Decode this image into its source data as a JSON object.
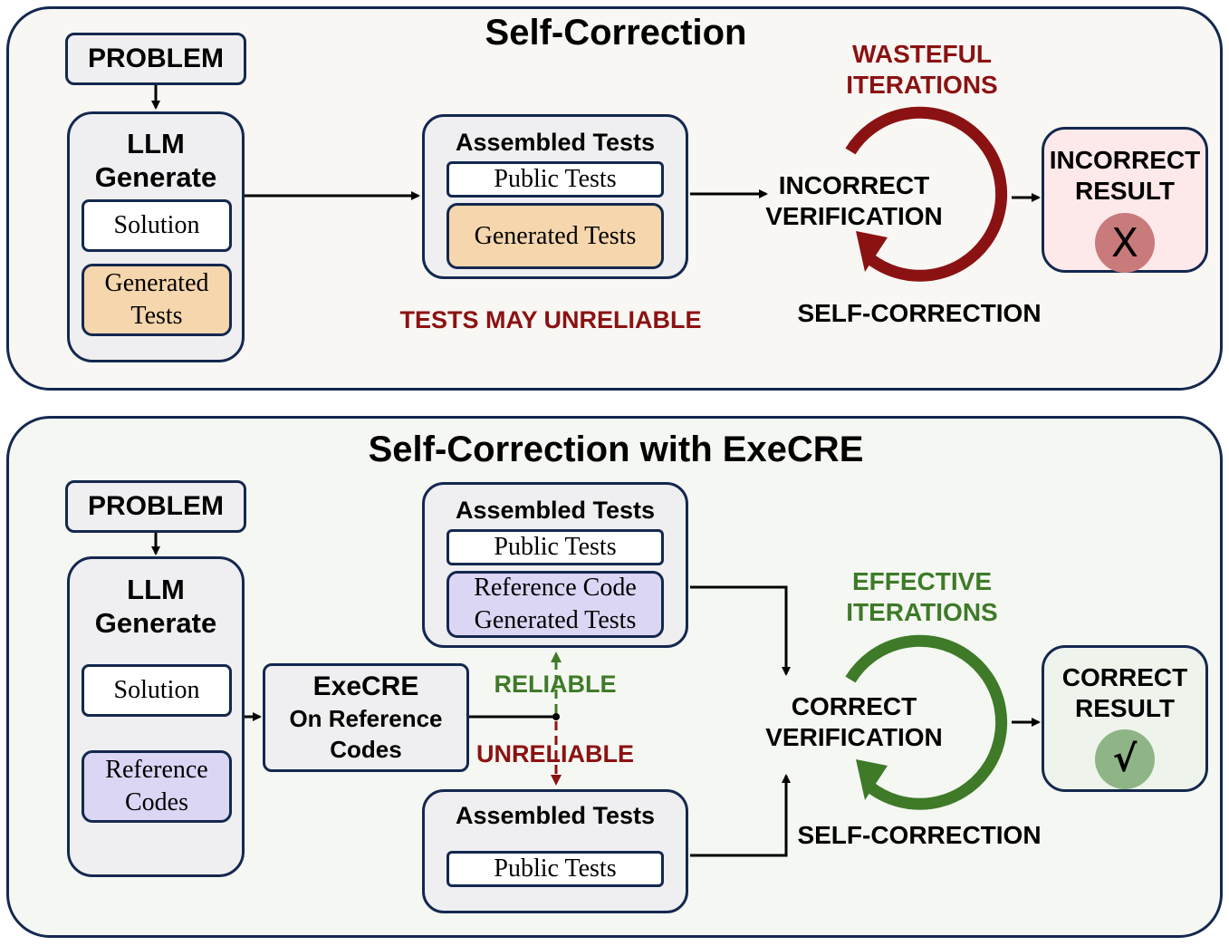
{
  "top": {
    "title": "Self-Correction",
    "problem": "PROBLEM",
    "llm_line1": "LLM",
    "llm_line2": "Generate",
    "solution": "Solution",
    "generated_tests_line1": "Generated",
    "generated_tests_line2": "Tests",
    "assembled_title": "Assembled Tests",
    "public_tests": "Public Tests",
    "generated_tests": "Generated Tests",
    "tests_warning": "TESTS MAY UNRELIABLE",
    "iter_line1": "WASTEFUL",
    "iter_line2": "ITERATIONS",
    "verify_line1": "INCORRECT",
    "verify_line2": "VERIFICATION",
    "self_correction": "SELF-CORRECTION",
    "result_line1": "INCORRECT",
    "result_line2": "RESULT",
    "result_mark": "X"
  },
  "bottom": {
    "title": "Self-Correction with ExeCRE",
    "problem": "PROBLEM",
    "llm_line1": "LLM",
    "llm_line2": "Generate",
    "solution": "Solution",
    "ref_codes_line1": "Reference",
    "ref_codes_line2": "Codes",
    "execre_line1": "ExeCRE",
    "execre_line2": "On Reference",
    "execre_line3": "Codes",
    "assembled_title_top": "Assembled Tests",
    "public_tests_top": "Public Tests",
    "ref_gen_line1": "Reference Code",
    "ref_gen_line2": "Generated Tests",
    "reliable": "RELIABLE",
    "unreliable": "UNRELIABLE",
    "assembled_title_bottom": "Assembled Tests",
    "public_tests_bottom": "Public Tests",
    "iter_line1": "EFFECTIVE",
    "iter_line2": "ITERATIONS",
    "verify_line1": "CORRECT",
    "verify_line2": "VERIFICATION",
    "self_correction": "SELF-CORRECTION",
    "result_line1": "CORRECT",
    "result_line2": "RESULT",
    "result_mark": "√"
  },
  "colors": {
    "border": "#14284f",
    "panel_top_bg": "#f9f7f4",
    "panel_bottom_bg": "#f5f7f2",
    "box_gray": "#efeff1",
    "generated_orange": "#f6d6ac",
    "reference_purple": "#dcd6f5",
    "wasteful_red": "#8b1212",
    "effective_green": "#3e7a28",
    "incorrect_result_bg": "#fde9ea",
    "x_circle": "#c97a7a",
    "correct_result_bg": "#eef4ec",
    "check_circle": "#8fb485"
  }
}
